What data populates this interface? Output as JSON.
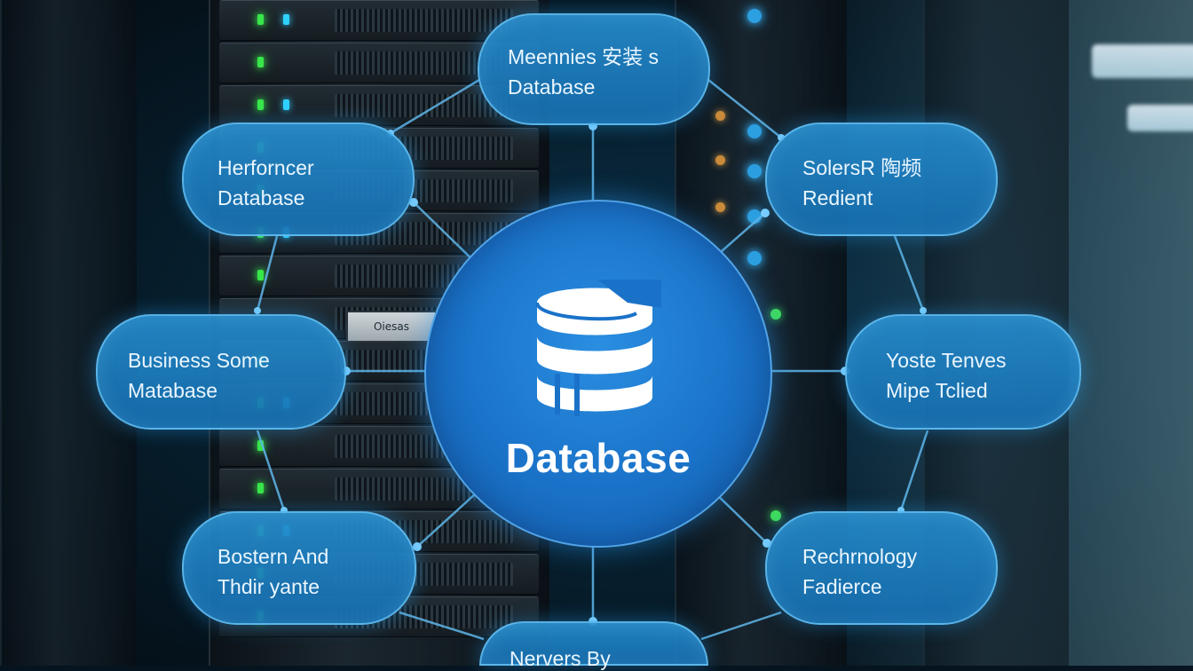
{
  "hub": {
    "title": "Database",
    "icon": "database-icon"
  },
  "nodes": {
    "top": {
      "lines": [
        "Meennies 安装 s",
        "Database"
      ]
    },
    "upper_left": {
      "lines": [
        "Herforncer",
        "Database"
      ]
    },
    "upper_right": {
      "lines": [
        "SolersR 陶频",
        "Redient"
      ]
    },
    "mid_left": {
      "lines": [
        "Business Some",
        "Matabase"
      ]
    },
    "mid_right": {
      "lines": [
        "Yoste Tenves",
        "Mipe Tclied"
      ]
    },
    "lower_left": {
      "lines": [
        "Bostern And",
        "Thdir yante"
      ]
    },
    "lower_right": {
      "lines": [
        "Rechrnology",
        "Fadierce"
      ]
    },
    "bottom": {
      "lines": [
        "Nervers By",
        ""
      ]
    }
  },
  "rack_label": "Oiesas",
  "colors": {
    "hub": "#1a72c8",
    "pill": "#1f86c8",
    "connector": "#5fb6ea",
    "led_green": "#39e64a",
    "led_blue": "#2fd1ff"
  }
}
